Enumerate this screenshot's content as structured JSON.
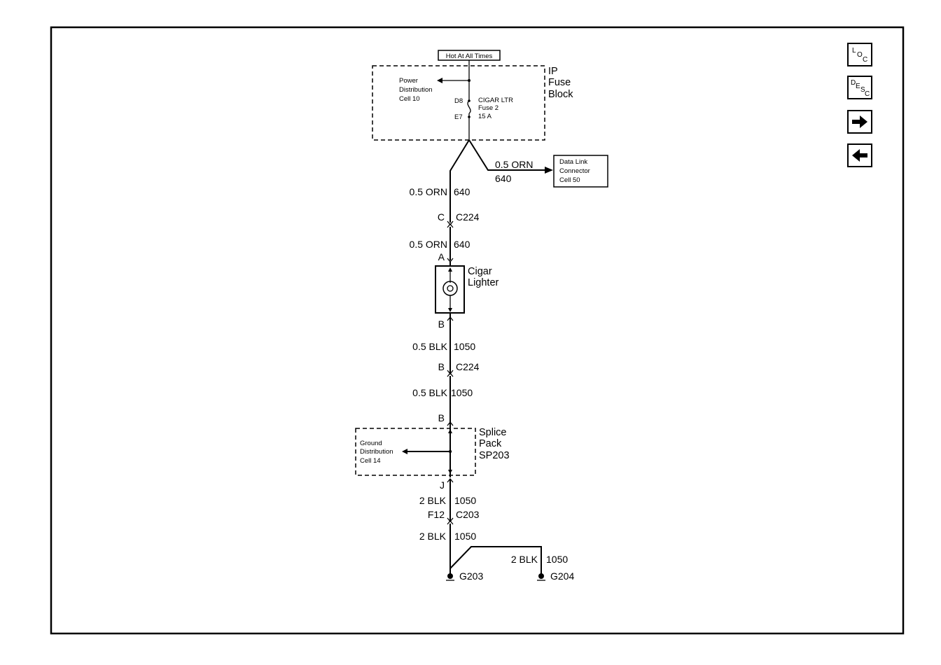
{
  "supply": {
    "hot_label": "Hot At All Times"
  },
  "fuse_block": {
    "name_line1": "IP",
    "name_line2": "Fuse",
    "name_line3": "Block",
    "power_ref_line1": "Power",
    "power_ref_line2": "Distribution",
    "power_ref_line3": "Cell 10",
    "pin_in": "D8",
    "pin_out": "E7",
    "fuse_line1": "CIGAR LTR",
    "fuse_line2": "Fuse 2",
    "fuse_line3": "15 A"
  },
  "dlc": {
    "wire_color": "0.5 ORN",
    "wire_circuit": "640",
    "line1": "Data Link",
    "line2": "Connector",
    "line3": "Cell 50"
  },
  "wires": {
    "w1_color": "0.5 ORN",
    "w1_circuit": "640",
    "w2_color": "0.5 ORN",
    "w2_circuit": "640",
    "w3_color": "0.5 BLK",
    "w3_circuit": "1050",
    "w4_color": "0.5 BLK",
    "w4_circuit": "1050",
    "w5_color": "2 BLK",
    "w5_circuit": "1050",
    "w6_color": "2 BLK",
    "w6_circuit": "1050",
    "w7_color": "2 BLK",
    "w7_circuit": "1050"
  },
  "connectors": {
    "c224_top_pin": "C",
    "c224_top_name": "C224",
    "lighter_pin_a": "A",
    "lighter_pin_b": "B",
    "c224_bot_pin": "B",
    "c224_bot_name": "C224",
    "splice_pin_in": "B",
    "splice_pin_out": "J",
    "c203_pin": "F12",
    "c203_name": "C203"
  },
  "lighter": {
    "line1": "Cigar",
    "line2": "Lighter"
  },
  "splice": {
    "line1": "Splice",
    "line2": "Pack",
    "line3": "SP203",
    "ground_ref_line1": "Ground",
    "ground_ref_line2": "Distribution",
    "ground_ref_line3": "Cell 14"
  },
  "grounds": {
    "g1": "G203",
    "g2": "G204"
  },
  "nav": {
    "loc_main": "L",
    "loc_o": "O",
    "loc_c": "C",
    "desc_d": "D",
    "desc_e": "E",
    "desc_s": "S",
    "desc_c": "C"
  }
}
